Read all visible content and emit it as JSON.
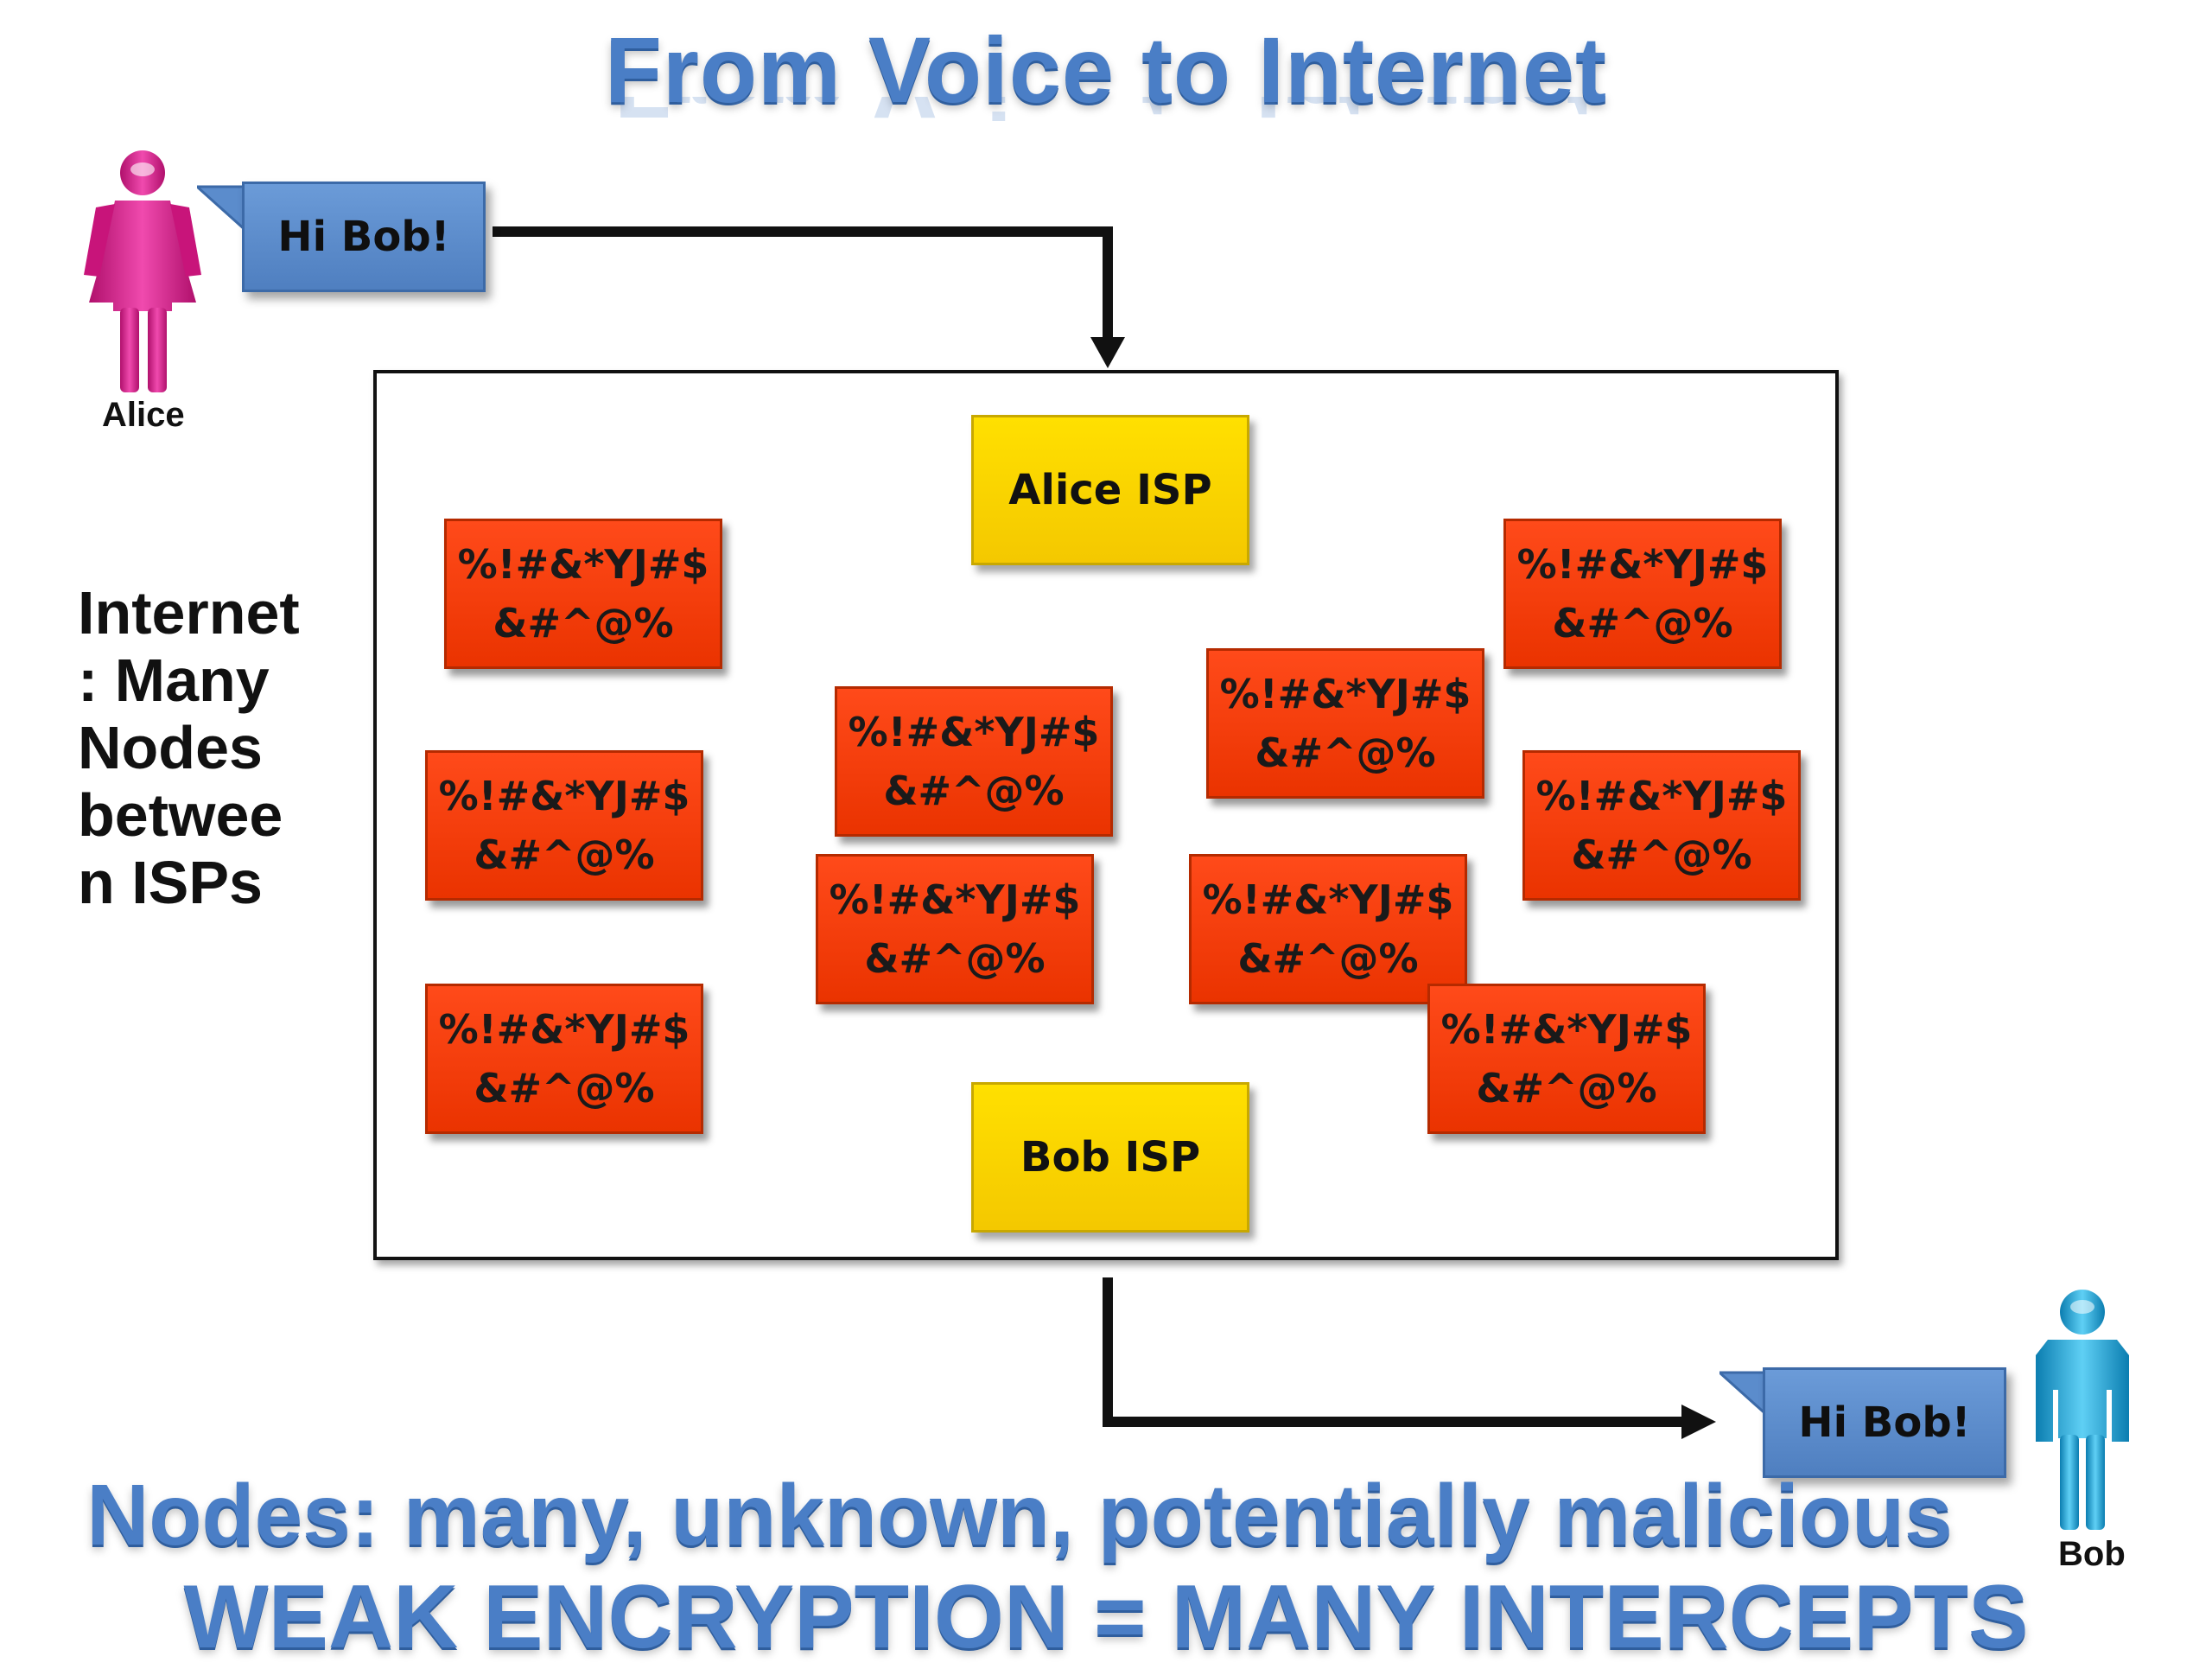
{
  "title": "From Voice to Internet",
  "alice": {
    "name": "Alice",
    "message": "Hi Bob!"
  },
  "bob": {
    "name": "Bob",
    "message": "Hi Bob!"
  },
  "side_label": [
    "Internet",
    ": Many",
    "Nodes",
    "betwee",
    "n ISPs"
  ],
  "isps": {
    "alice": "Alice ISP",
    "bob": "Bob ISP"
  },
  "node_text": {
    "line1": "%!#&*YJ#$",
    "line2": "&#^@%"
  },
  "footer": {
    "line1": "Nodes: many, unknown, potentially malicious",
    "line2": "WEAK ENCRYPTION = MANY INTERCEPTS"
  },
  "colors": {
    "title_blue": "#4a7ec6",
    "bubble_blue": "#5b8ccc",
    "isp_yellow": "#ffe000",
    "node_red": "#ff4a1a",
    "alice_pink": "#e0168c",
    "bob_cyan": "#1aa6d8"
  }
}
